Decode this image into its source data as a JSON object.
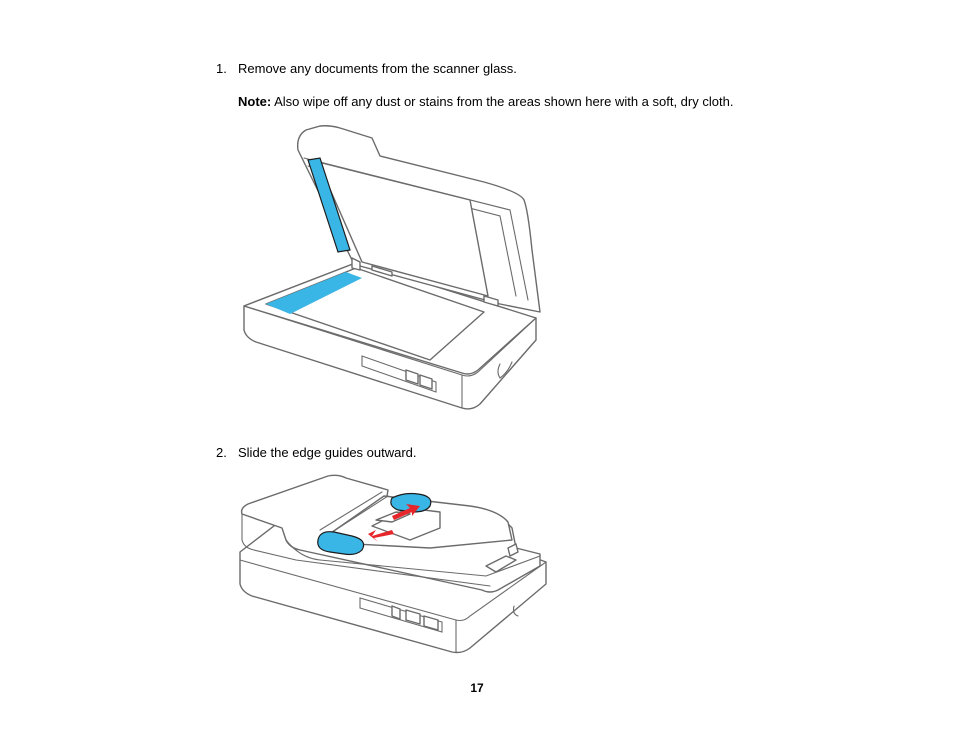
{
  "steps": [
    {
      "number": "1.",
      "text": "Remove any documents from the scanner glass."
    },
    {
      "number": "2.",
      "text": "Slide the edge guides outward."
    }
  ],
  "note": {
    "label": "Note:",
    "text": " Also wipe off any dust or stains from the areas shown here with a soft, dry cloth."
  },
  "page_number": "17",
  "colors": {
    "highlight_blue": "#3ab6e6",
    "arrow_red": "#e7262b",
    "outline_gray": "#6b6b6b"
  }
}
